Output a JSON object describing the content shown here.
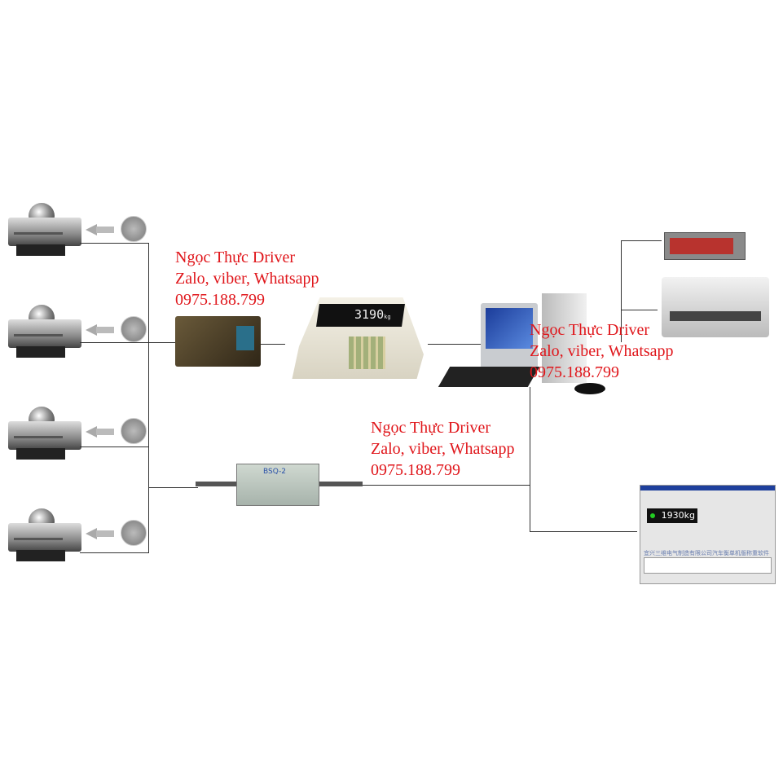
{
  "watermarks": [
    {
      "name": "Ngọc Thực Driver",
      "contact": "Zalo, viber, Whatsapp",
      "phone": "0975.188.799"
    },
    {
      "name": "Ngọc Thực Driver",
      "contact": "Zalo, viber, Whatsapp",
      "phone": "0975.188.799"
    },
    {
      "name": "Ngọc Thực Driver",
      "contact": "Zalo, viber, Whatsapp",
      "phone": "0975.188.799"
    }
  ],
  "indicator": {
    "reading": "3190",
    "unit": "kg"
  },
  "amplifier": {
    "label": "BSQ-2"
  },
  "software": {
    "weight": "1930kg",
    "banner": "宜兴三维电气制造有限公司汽车衡单机版称重软件"
  },
  "colors": {
    "watermark": "#e0161b",
    "line": "#333333"
  }
}
